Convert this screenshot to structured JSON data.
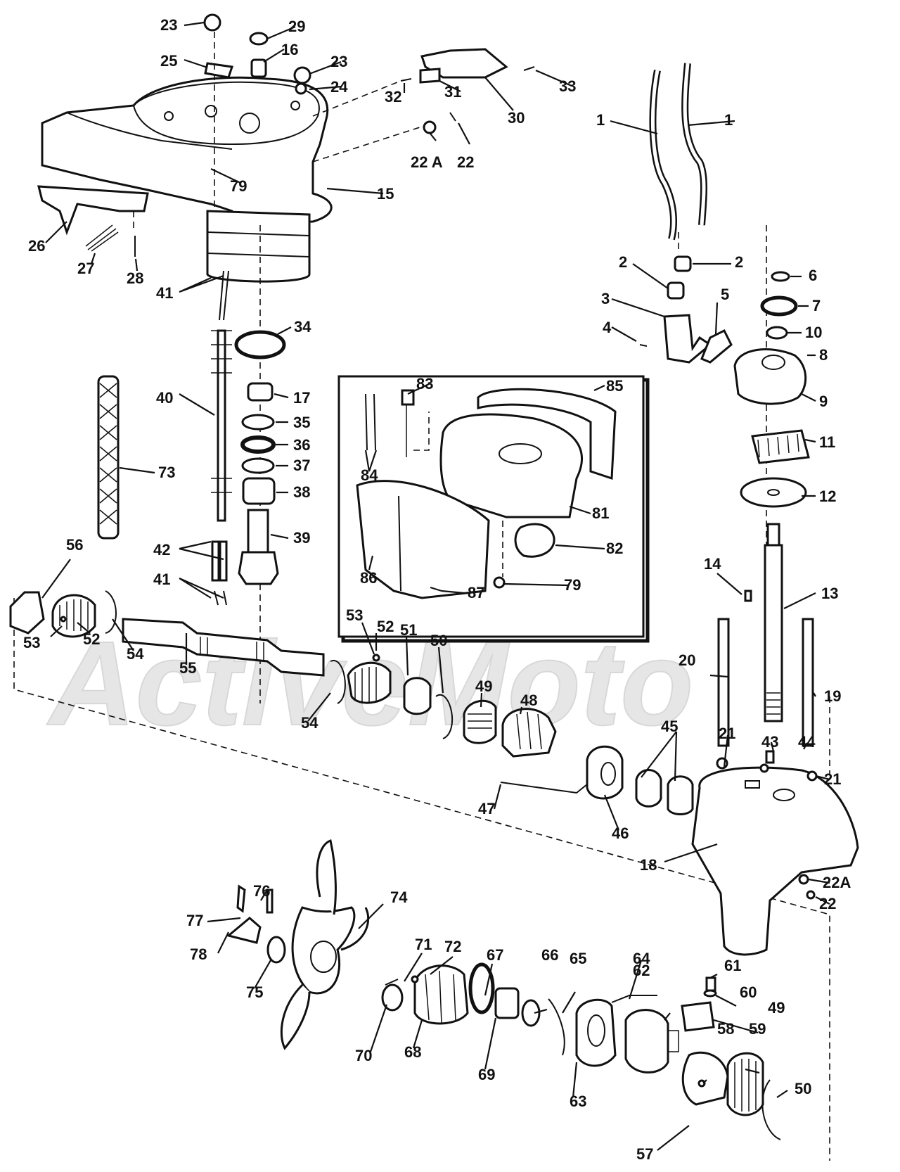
{
  "watermark": {
    "text": "ActiveMoto",
    "color": "#dedede"
  },
  "colors": {
    "line": "#111111",
    "background": "#ffffff"
  },
  "labels": [
    "23",
    "29",
    "16",
    "25",
    "23",
    "24",
    "32",
    "31",
    "30",
    "33",
    "22 A",
    "22",
    "79",
    "15",
    "1",
    "1",
    "26",
    "27",
    "28",
    "41",
    "2",
    "2",
    "6",
    "3",
    "5",
    "7",
    "4",
    "10",
    "8",
    "9",
    "34",
    "17",
    "35",
    "36",
    "37",
    "38",
    "39",
    "40",
    "73",
    "83",
    "85",
    "84",
    "81",
    "82",
    "86",
    "79",
    "87",
    "11",
    "12",
    "56",
    "42",
    "41",
    "53",
    "52",
    "54",
    "55",
    "53",
    "52",
    "51",
    "50",
    "49",
    "48",
    "54",
    "14",
    "13",
    "20",
    "19",
    "21",
    "43",
    "44",
    "45",
    "21",
    "47",
    "46",
    "18",
    "22A",
    "22",
    "76",
    "74",
    "77",
    "78",
    "75",
    "71",
    "72",
    "67",
    "66",
    "65",
    "64",
    "61",
    "60",
    "59",
    "70",
    "68",
    "69",
    "63",
    "62",
    "58",
    "49",
    "50",
    "57"
  ]
}
